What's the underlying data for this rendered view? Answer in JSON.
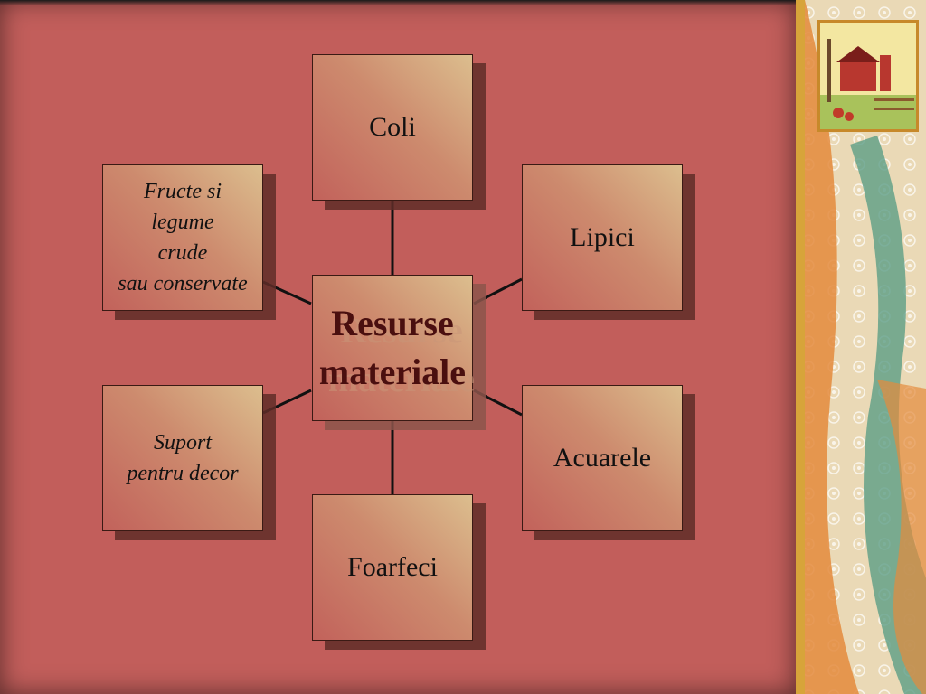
{
  "diagram": {
    "center": {
      "label": "Resurse\nmateriale"
    },
    "nodes": [
      {
        "id": "coli",
        "label": "Coli"
      },
      {
        "id": "lipici",
        "label": "Lipici"
      },
      {
        "id": "acuarele",
        "label": "Acuarele"
      },
      {
        "id": "foarfeci",
        "label": "Foarfeci"
      },
      {
        "id": "suport",
        "label": "Suport\npentru decor"
      },
      {
        "id": "fructe",
        "label": "Fructe si\nlegume\ncrude\nsau conservate"
      }
    ]
  },
  "colors": {
    "background": "#c25e5b",
    "center_text": "#4a0f0f",
    "node_border": "#3a1a14",
    "node_gradient": [
      "#dcbe8e",
      "#cd8b6e",
      "#c2625b"
    ]
  },
  "decoration": {
    "picture": "farm-barn-icon"
  }
}
